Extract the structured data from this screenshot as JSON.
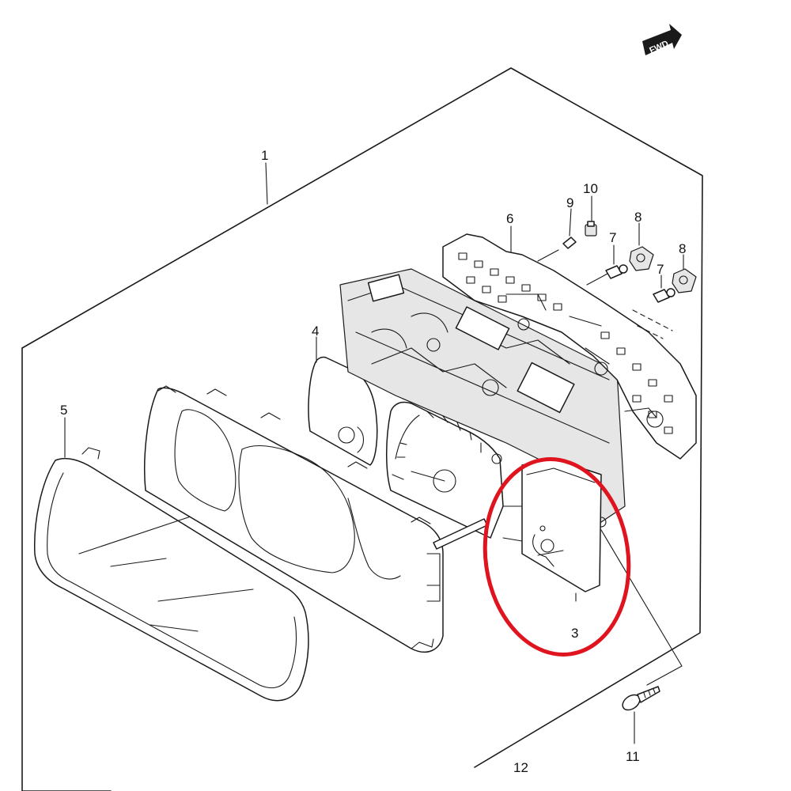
{
  "direction_badge": {
    "label": "FWD"
  },
  "callouts": [
    {
      "id": "1",
      "label": "1"
    },
    {
      "id": "3",
      "label": "3"
    },
    {
      "id": "4",
      "label": "4"
    },
    {
      "id": "5",
      "label": "5"
    },
    {
      "id": "6",
      "label": "6"
    },
    {
      "id": "7a",
      "label": "7"
    },
    {
      "id": "7b",
      "label": "7"
    },
    {
      "id": "8a",
      "label": "8"
    },
    {
      "id": "8b",
      "label": "8"
    },
    {
      "id": "9",
      "label": "9"
    },
    {
      "id": "10",
      "label": "10"
    },
    {
      "id": "11",
      "label": "11"
    },
    {
      "id": "12",
      "label": "12"
    }
  ],
  "highlight": {
    "target_part": "3",
    "color": "#e0141e"
  },
  "colors": {
    "line": "#1a1a1a",
    "background": "#ffffff"
  }
}
